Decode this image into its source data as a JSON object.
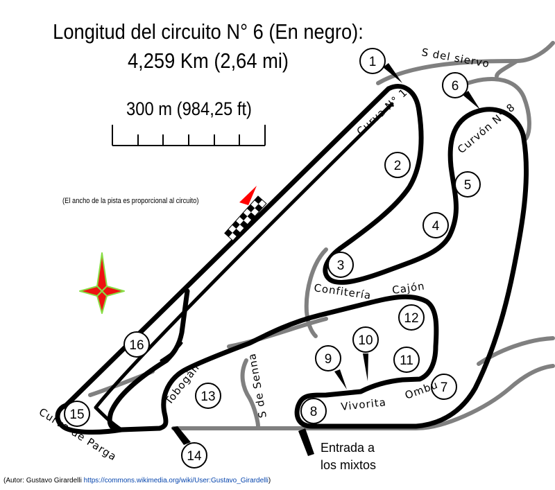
{
  "title_line1": "Longitud del circuito N° 6 (En negro):",
  "title_line2": "4,259 Km (2,64 mi)",
  "scale_label": "300 m (984,25 ft)",
  "track_width_note": "(El ancho de la pista es proporcional al circuito)",
  "credit": {
    "author": "(Autor: Gustavo Girardelli ",
    "link": "https://commons.wikimedia.org/wiki/User:Gustavo_Girardelli",
    "close": ")"
  },
  "curve_names": {
    "curva1": "Curva N° 1",
    "curvon8": "Curvón N° 8",
    "s_siervo": "S del siervo",
    "confiteria": "Confitería",
    "cajon": "Cajón",
    "ombu": "Ombú",
    "vivorita": "Vivorita",
    "ese_senna": "S de Senna",
    "tobogan": "Tobogán",
    "parga": "Curva de Parga",
    "entrada_l1": "Entrada a",
    "entrada_l2": "los mixtos"
  },
  "markers": [
    "1",
    "2",
    "3",
    "4",
    "5",
    "6",
    "7",
    "8",
    "9",
    "10",
    "11",
    "12",
    "13",
    "14",
    "15",
    "16"
  ],
  "colors": {
    "track": "#000000",
    "other_track": "#808080",
    "flag_red": "#ff0000",
    "compass_red": "#ee1111",
    "compass_glow": "#88dd44"
  }
}
